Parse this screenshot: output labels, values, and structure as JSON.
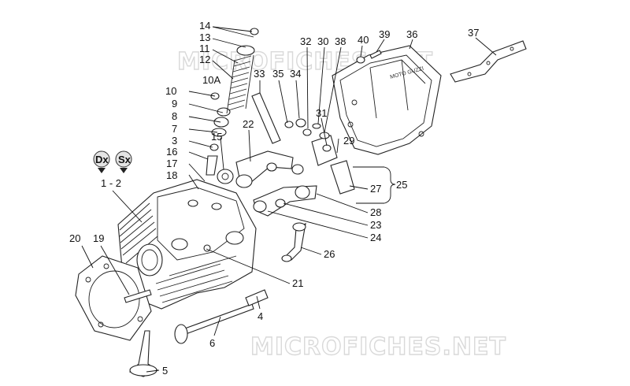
{
  "watermarks": [
    "MICROFICHES.NET",
    "MICROFICHES.NET"
  ],
  "side_markers": [
    {
      "id": "Dx"
    },
    {
      "id": "Sx"
    }
  ],
  "range_label": "1 - 2",
  "labels": {
    "p14": "14",
    "p13": "13",
    "p11": "11",
    "p12": "12",
    "p10A": "10A",
    "p10": "10",
    "p9": "9",
    "p8": "8",
    "p7": "7",
    "p3": "3",
    "p16": "16",
    "p17": "17",
    "p18": "18",
    "p15": "15",
    "p22": "22",
    "p33": "33",
    "p35": "35",
    "p34": "34",
    "p32": "32",
    "p30": "30",
    "p38": "38",
    "p40": "40",
    "p39": "39",
    "p36": "36",
    "p37": "37",
    "p31": "31",
    "p29": "29",
    "p25": "25",
    "p27": "27",
    "p28": "28",
    "p23": "23",
    "p24": "24",
    "p26": "26",
    "p21": "21",
    "p20": "20",
    "p19": "19",
    "p4": "4",
    "p6": "6",
    "p5": "5"
  },
  "cover_logo": "MOTO GUZZI"
}
